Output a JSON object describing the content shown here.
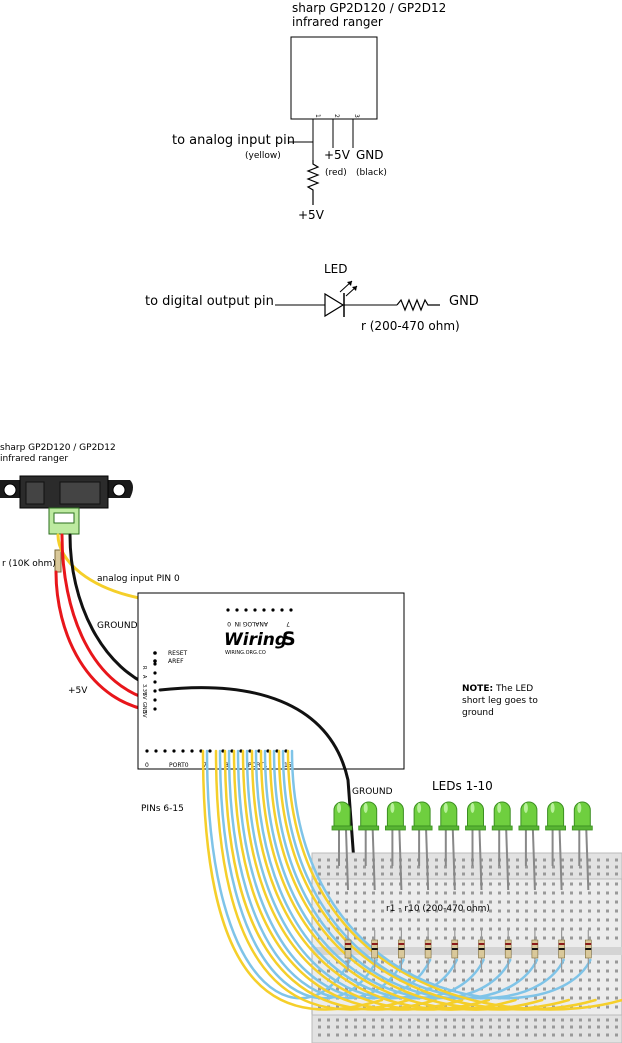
{
  "schematic": {
    "ranger_title_line1": "sharp GP2D120 / GP2D12",
    "ranger_title_line2": "infrared ranger",
    "pin1": "1",
    "pin2": "2",
    "pin3": "3",
    "analog_label": "to analog input pin",
    "analog_color": "(yellow)",
    "plus5v_label": "+5V",
    "plus5v_color": "(red)",
    "gnd_label": "GND",
    "gnd_color": "(black)",
    "pullup_label": "+5V",
    "led_label": "LED",
    "digital_label": "to digital output pin",
    "led_gnd_label": "GND",
    "resistor_label": "r (200-470 ohm)"
  },
  "breadboard_view": {
    "ranger_title_line1": "sharp GP2D120 / GP2D12",
    "ranger_title_line2": "infrared ranger",
    "resistor_label": "r (10K ohm)",
    "analog_wire_label": "analog input PIN 0",
    "ground_label": "GROUND",
    "plus5v_label": "+5V",
    "board": {
      "analog_in": "ANALOG IN",
      "analog_0": "0",
      "analog_7": "7",
      "logo": "Wiring",
      "logo_s": "S",
      "site": "WIRING.ORG.CO",
      "reset": "RESET",
      "aref": "AREF",
      "port0": "PORT0",
      "port1": "PORT1",
      "pin_0": "0",
      "pin_7": "7",
      "pin_8": "8",
      "pin_15": "15",
      "power_pins": [
        "R",
        "A",
        "3.3V",
        "5V",
        "GND",
        "5V"
      ]
    },
    "note_bold": "NOTE:",
    "note_line1": " The LED",
    "note_line2": "short leg goes to",
    "note_line3": "ground",
    "ground_label_2": "GROUND",
    "leds_label": "LEDs 1-10",
    "pins_label": "PINs 6-15",
    "resistors_label": "r1 - r10 (200-470 ohm)",
    "led_count": 10,
    "colors": {
      "yellow_wire": "#f5cf2a",
      "blue_wire": "#7fc4e8",
      "red_wire": "#e8161b",
      "black_wire": "#111111",
      "led_green": "#6fcf3f"
    }
  }
}
